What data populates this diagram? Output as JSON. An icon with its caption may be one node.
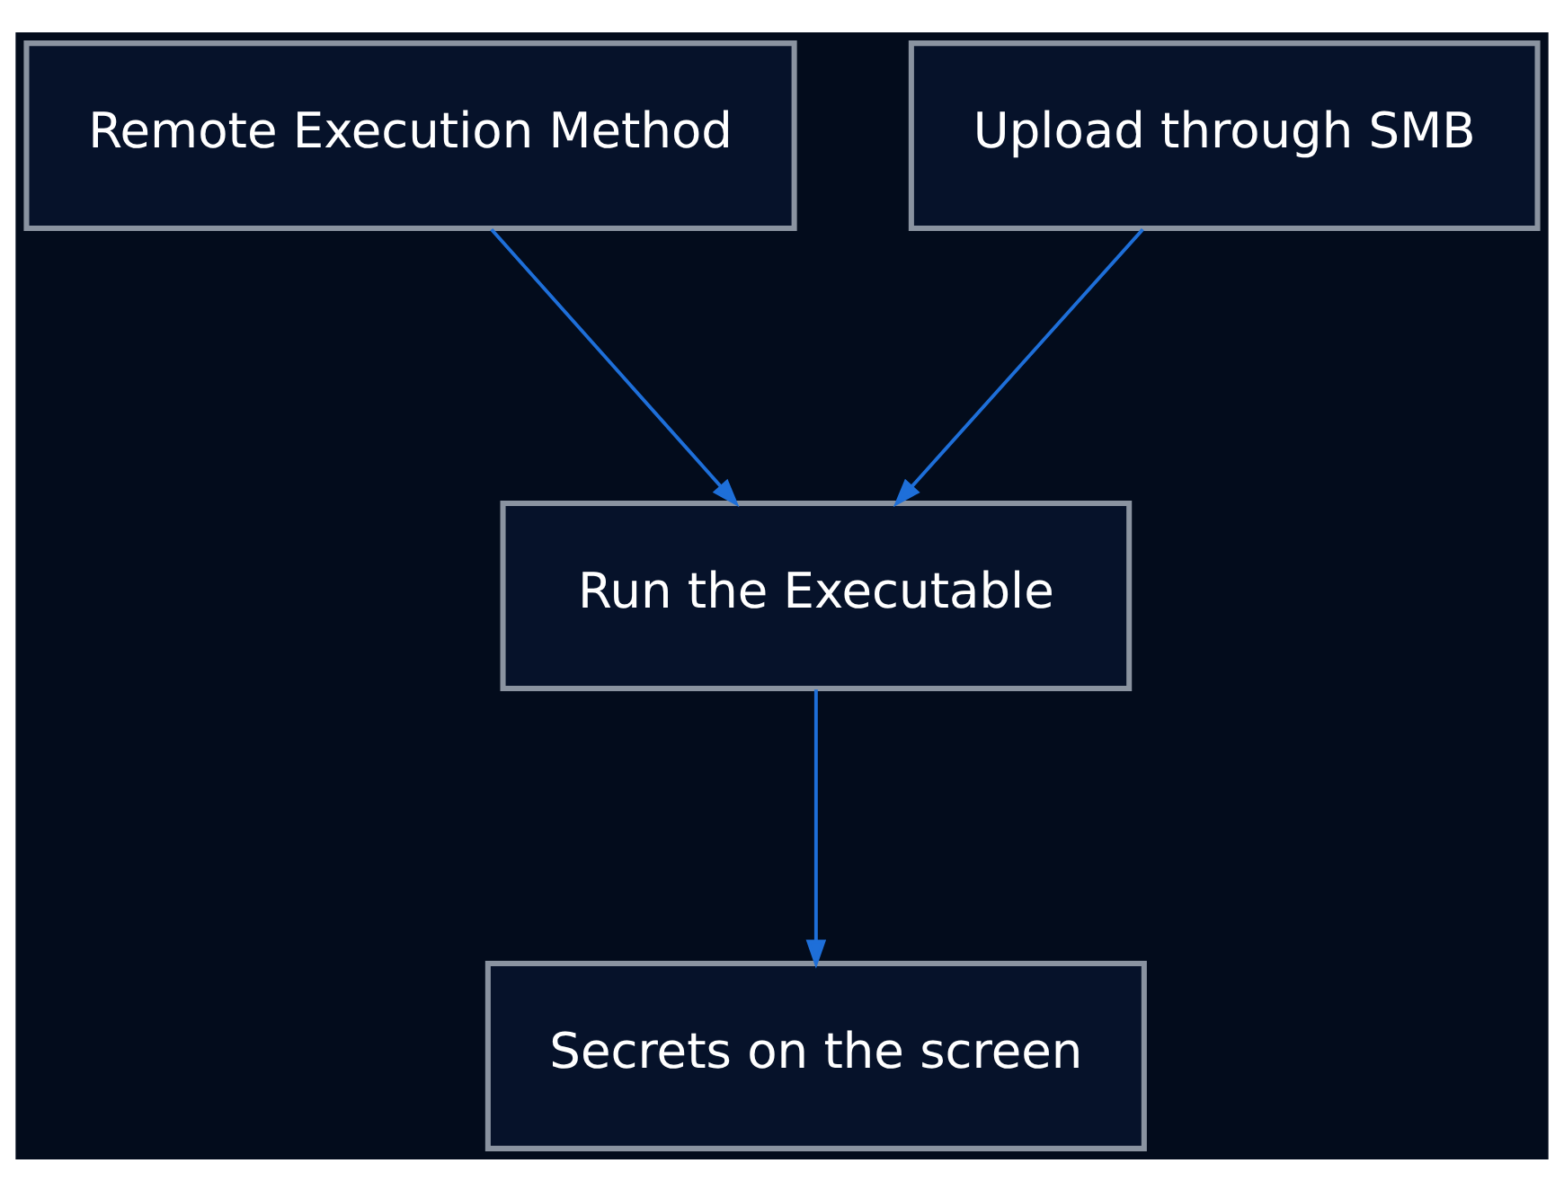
{
  "diagram": {
    "nodes": [
      {
        "text": [
          "Remote Execution Method"
        ]
      },
      {
        "text": [
          "Upload through SMB"
        ]
      },
      {
        "text": [
          "Run the Executable"
        ]
      },
      {
        "text": [
          "Secrets on the screen"
        ]
      }
    ],
    "edges": [
      {
        "from": 0,
        "to": 2,
        "arrow": "to"
      },
      {
        "from": 1,
        "to": 2,
        "arrow": "to"
      },
      {
        "from": 2,
        "to": 3,
        "arrow": "to"
      }
    ]
  }
}
